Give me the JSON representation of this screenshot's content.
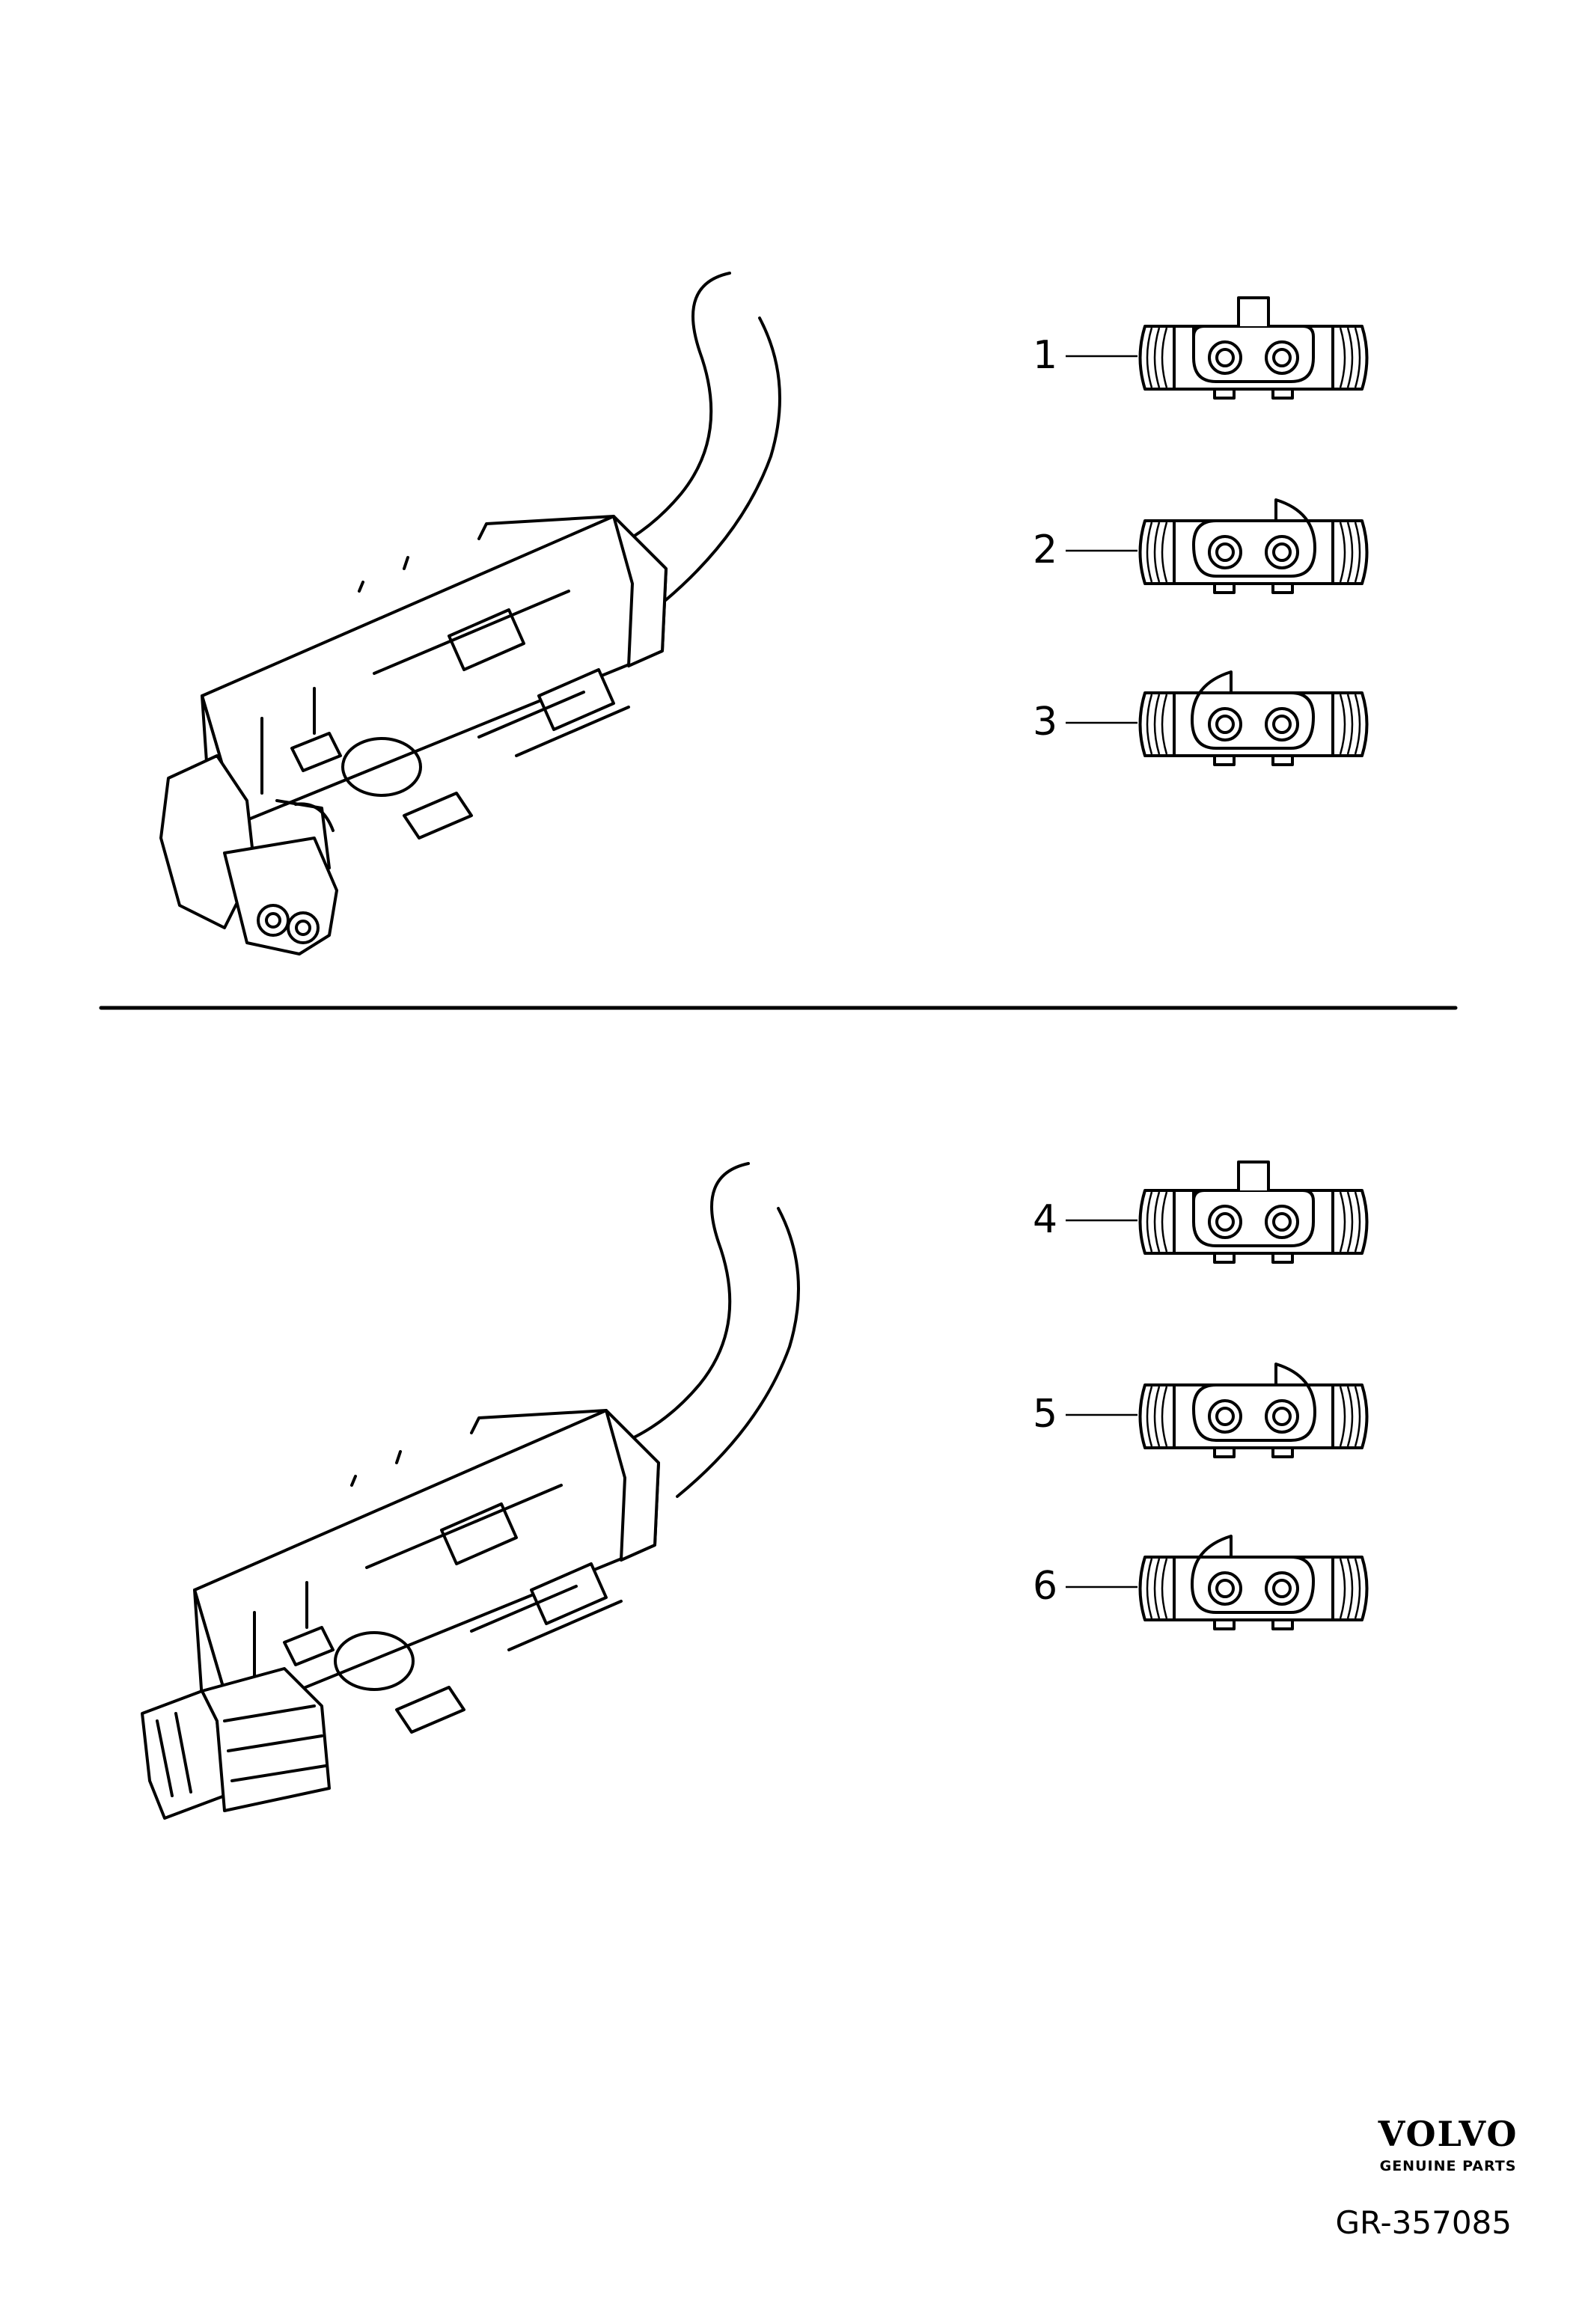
{
  "callouts": [
    {
      "label": "1",
      "key": "flat"
    },
    {
      "label": "2",
      "key": "round-right"
    },
    {
      "label": "3",
      "key": "round-left"
    },
    {
      "label": "4",
      "key": "flat"
    },
    {
      "label": "5",
      "key": "round-right"
    },
    {
      "label": "6",
      "key": "round-left"
    }
  ],
  "branding": {
    "brand": "VOLVO",
    "tagline": "GENUINE PARTS"
  },
  "reference": "GR-357085",
  "colors": {
    "line": "#000000",
    "background": "#ffffff"
  }
}
